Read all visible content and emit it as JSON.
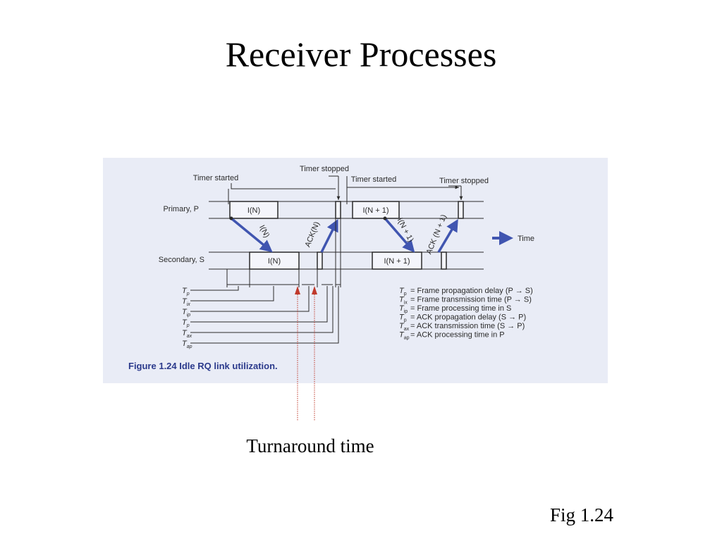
{
  "slide": {
    "title": "Receiver Processes",
    "turnaround_label": "Turnaround time",
    "figure_ref": "Fig 1.24"
  },
  "figure": {
    "timeline_labels": {
      "timer_started_1": "Timer started",
      "timer_stopped_1": "Timer stopped",
      "timer_started_2": "Timer started",
      "timer_stopped_2": "Timer stopped"
    },
    "rows": {
      "primary": "Primary, P",
      "secondary": "Secondary, S"
    },
    "frames": {
      "primary_1": "I(N)",
      "primary_2": "I(N + 1)",
      "secondary_1": "I(N)",
      "secondary_2": "I(N + 1)"
    },
    "arrow_labels": {
      "i_n": "I(N)",
      "ack_n": "ACK(N)",
      "i_n1": "I(N + 1)",
      "ack_n1": "ACK (N + 1)"
    },
    "time_label": "Time",
    "legend": [
      {
        "sym": "T",
        "sub": "p",
        "desc": "= Frame propagation delay (P → S)"
      },
      {
        "sym": "T",
        "sub": "ix",
        "desc": "= Frame transmission time (P → S)"
      },
      {
        "sym": "T",
        "sub": "ip",
        "desc": "= Frame processing time in S"
      },
      {
        "sym": "T",
        "sub": "p",
        "desc": "= ACK propagation delay (S → P)"
      },
      {
        "sym": "T",
        "sub": "ax",
        "desc": "= ACK transmission time (S → P)"
      },
      {
        "sym": "T",
        "sub": "ap",
        "desc": "= ACK processing time in P"
      }
    ],
    "caption": "Figure 1.24  Idle RQ link utilization.",
    "colors": {
      "panel_bg": "#e9ecf6",
      "arrow_blue": "#4055b0",
      "box_fill": "#f4f5fb",
      "ink": "#2a2a2a",
      "caption_blue": "#2b3a8c",
      "turnaround_red": "#c0392b"
    }
  }
}
